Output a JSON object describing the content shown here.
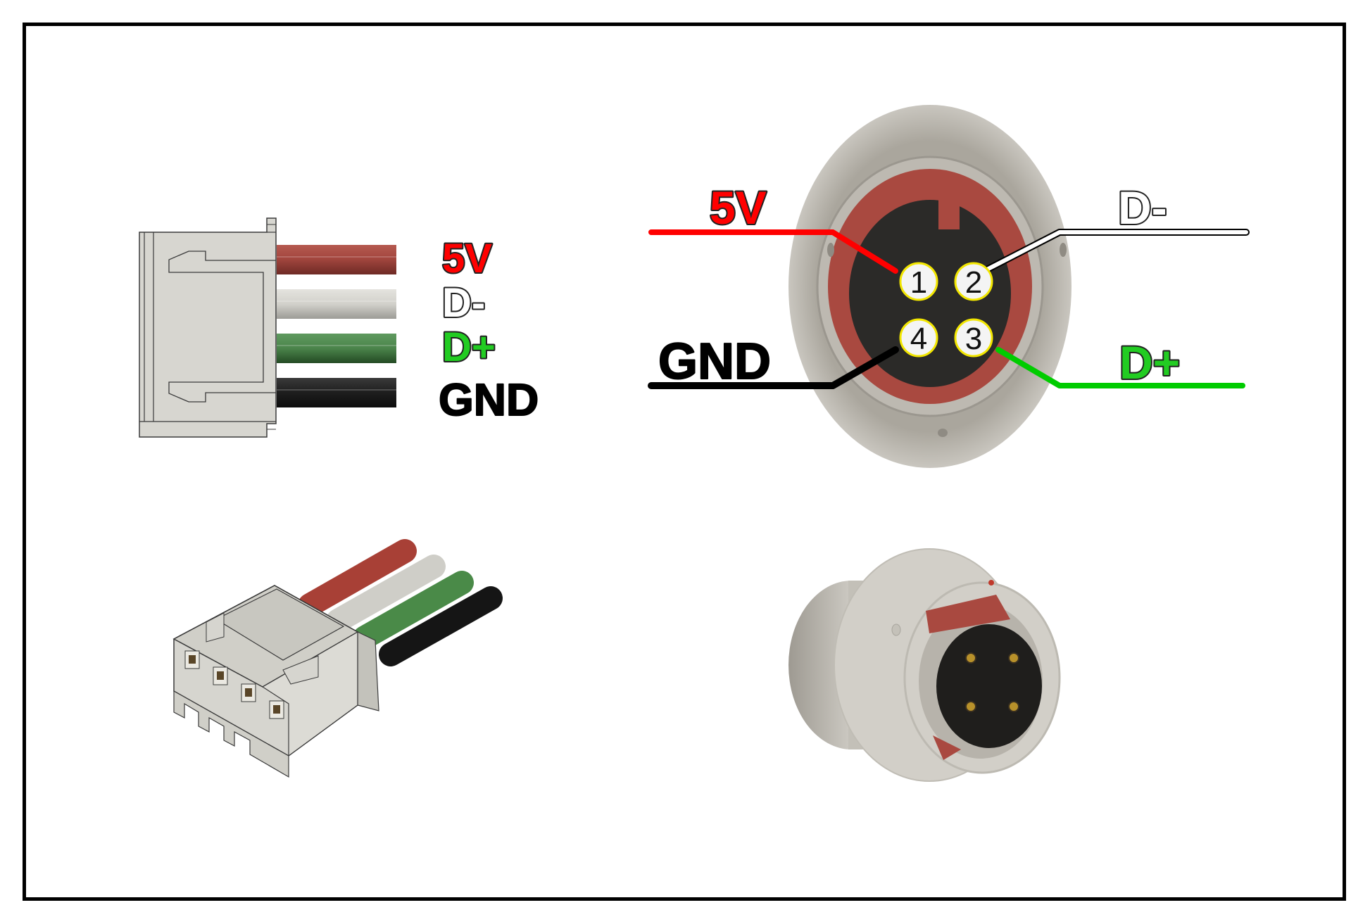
{
  "title": "USB 4-pin connector pinout",
  "side_view": {
    "wires": [
      {
        "label": "5V",
        "color": "#a84840",
        "text_fill": "#ff0000",
        "text_stroke": "#222222"
      },
      {
        "label": "D-",
        "color": "#d4d3ce",
        "text_fill": "#ffffff",
        "text_stroke": "#222222"
      },
      {
        "label": "D+",
        "color": "#4f8a4f",
        "text_fill": "#22cc22",
        "text_stroke": "#222222"
      },
      {
        "label": "GND",
        "color": "#1e1e1e",
        "text_fill": "#000000",
        "text_stroke": "#000000"
      }
    ]
  },
  "socket_front_view": {
    "pins": [
      {
        "number": "1",
        "label": "5V",
        "line_color": "#ff0000",
        "text_fill": "#ff0000"
      },
      {
        "number": "2",
        "label": "D-",
        "line_color": "#ffffff",
        "text_fill": "#ffffff"
      },
      {
        "number": "3",
        "label": "D+",
        "line_color": "#00cc00",
        "text_fill": "#22cc22"
      },
      {
        "number": "4",
        "label": "GND",
        "line_color": "#000000",
        "text_fill": "#000000"
      }
    ]
  },
  "colors": {
    "housing": "#d6d5ce",
    "socket_shell": "#a9a59c",
    "socket_red": "#a94940",
    "socket_insert": "#2b2a28",
    "pin_ring": "#f2e600"
  }
}
